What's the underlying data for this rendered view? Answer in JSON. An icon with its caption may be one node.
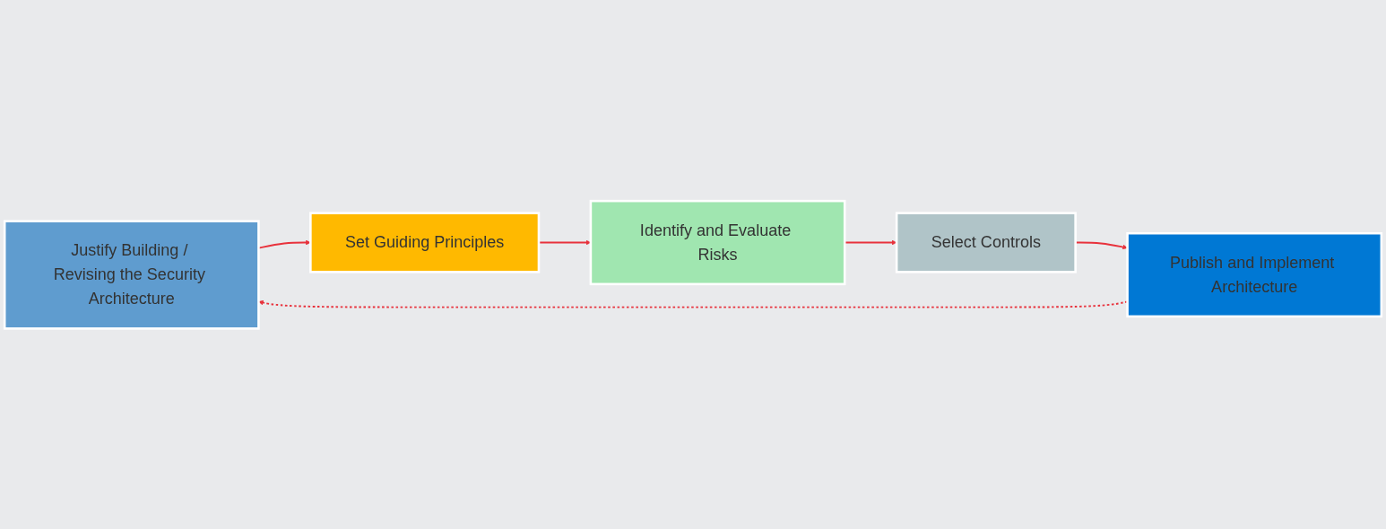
{
  "diagram": {
    "nodes": [
      {
        "text": [
          "Justify Building / Revising the Security Architecture"
        ]
      },
      {
        "text": [
          "Set Guiding Principles"
        ]
      },
      {
        "text": [
          "Identify and Evaluate Risks"
        ]
      },
      {
        "text": [
          "Select Controls"
        ]
      },
      {
        "text": [
          "Publish and Implement Architecture"
        ]
      }
    ],
    "edges": [
      {
        "from": 0,
        "to": 1,
        "arrow": "to"
      },
      {
        "from": 1,
        "to": 2,
        "arrow": "to"
      },
      {
        "from": 2,
        "to": 3,
        "arrow": "to"
      },
      {
        "from": 3,
        "to": 4,
        "arrow": "to"
      },
      {
        "from": 4,
        "to": 0,
        "arrow": "to",
        "style": "dashed"
      }
    ]
  }
}
